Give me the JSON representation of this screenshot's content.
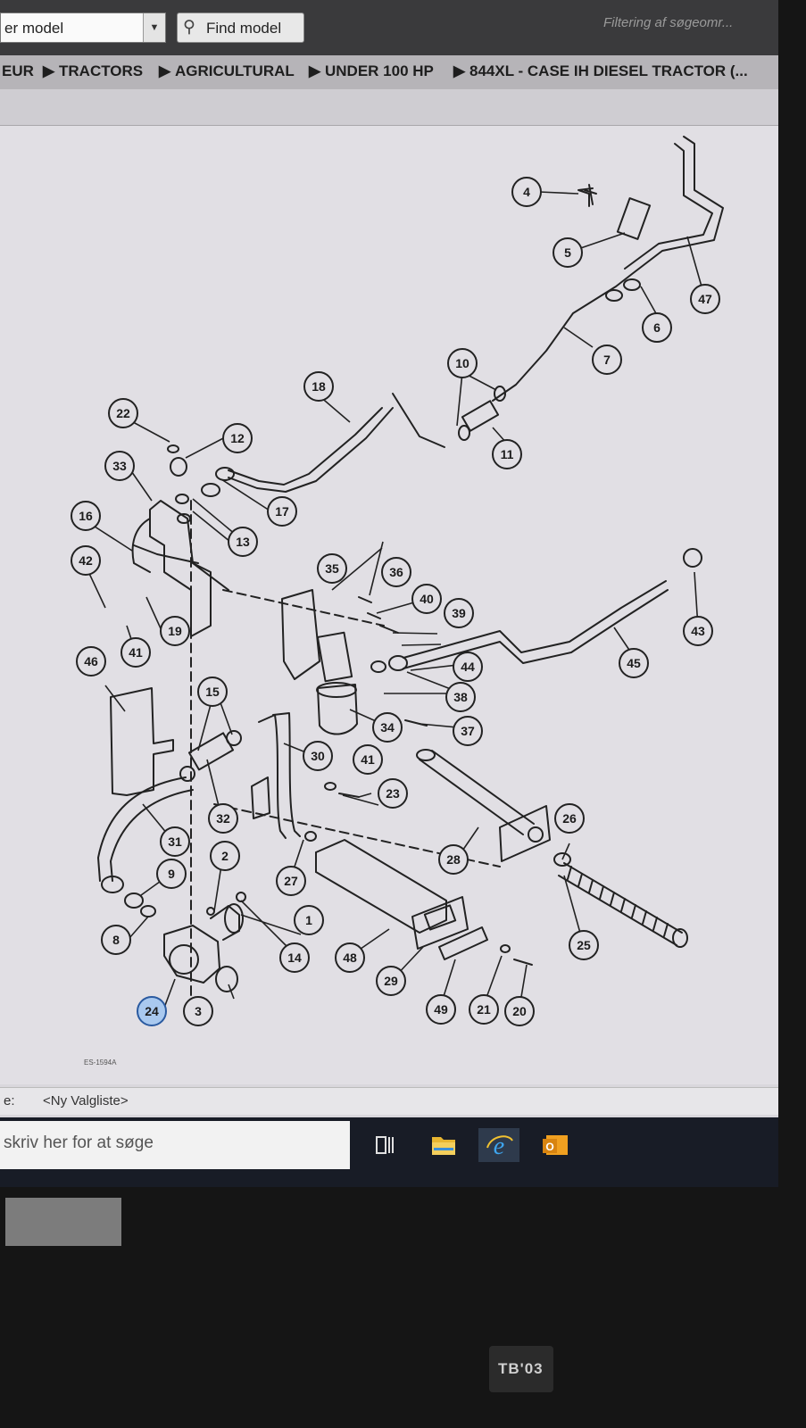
{
  "toolbar": {
    "model_combo_text": "er model",
    "find_button_label": "Find model",
    "filter_status": "Filtering af søgeomr..."
  },
  "breadcrumb": [
    "EUR",
    "TRACTORS",
    "AGRICULTURAL",
    "UNDER 100 HP",
    "844XL - CASE IH DIESEL TRACTOR (..."
  ],
  "diagram": {
    "callouts": [
      "1",
      "2",
      "3",
      "4",
      "5",
      "6",
      "7",
      "8",
      "9",
      "10",
      "11",
      "12",
      "13",
      "14",
      "15",
      "16",
      "17",
      "18",
      "19",
      "20",
      "21",
      "22",
      "23",
      "24",
      "25",
      "26",
      "27",
      "28",
      "29",
      "30",
      "31",
      "32",
      "33",
      "34",
      "35",
      "36",
      "37",
      "38",
      "39",
      "40",
      "41",
      "42",
      "43",
      "44",
      "45",
      "46",
      "47",
      "48",
      "49"
    ],
    "selected_callout": "24",
    "figure_code": "ES-1594A"
  },
  "pick_list": {
    "label": "e:",
    "value": "<Ny Valgliste>"
  },
  "taskbar": {
    "search_placeholder": "skriv her for at søge",
    "icons": [
      "task-view-icon",
      "file-explorer-icon",
      "internet-explorer-icon",
      "outlook-icon"
    ]
  },
  "monitor": {
    "badge": "TB'03"
  },
  "colors": {
    "selected_callout": "#a9c9ef",
    "ink": "#1b1b1b"
  }
}
